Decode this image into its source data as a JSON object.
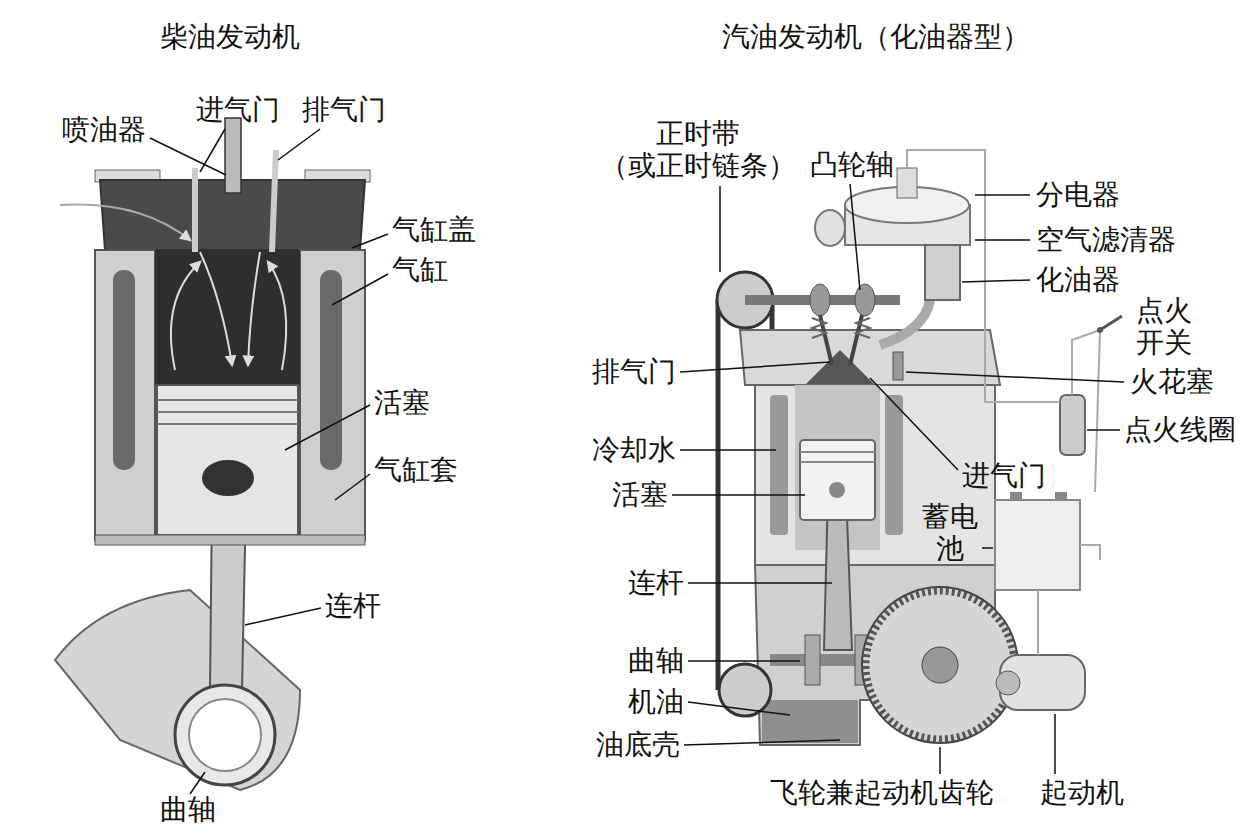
{
  "diagram": {
    "labels": [
      "柴油发动机",
      "喷油器",
      "进气门",
      "排气门",
      "气缸盖",
      "气缸",
      "活塞",
      "气缸套",
      "连杆",
      "曲轴",
      "汽油发动机（化油器型）",
      "正时带 （或正时链条）",
      "凸轮轴",
      "分电器",
      "空气滤清器",
      "化油器",
      "点火 开关",
      "排气门",
      "火花塞",
      "点火线圈",
      "冷却水",
      "进气门",
      "活塞",
      "蓄电 池",
      "连杆",
      "曲轴",
      "机油",
      "油底壳",
      "飞轮兼起动机齿轮",
      "起动机"
    ]
  }
}
